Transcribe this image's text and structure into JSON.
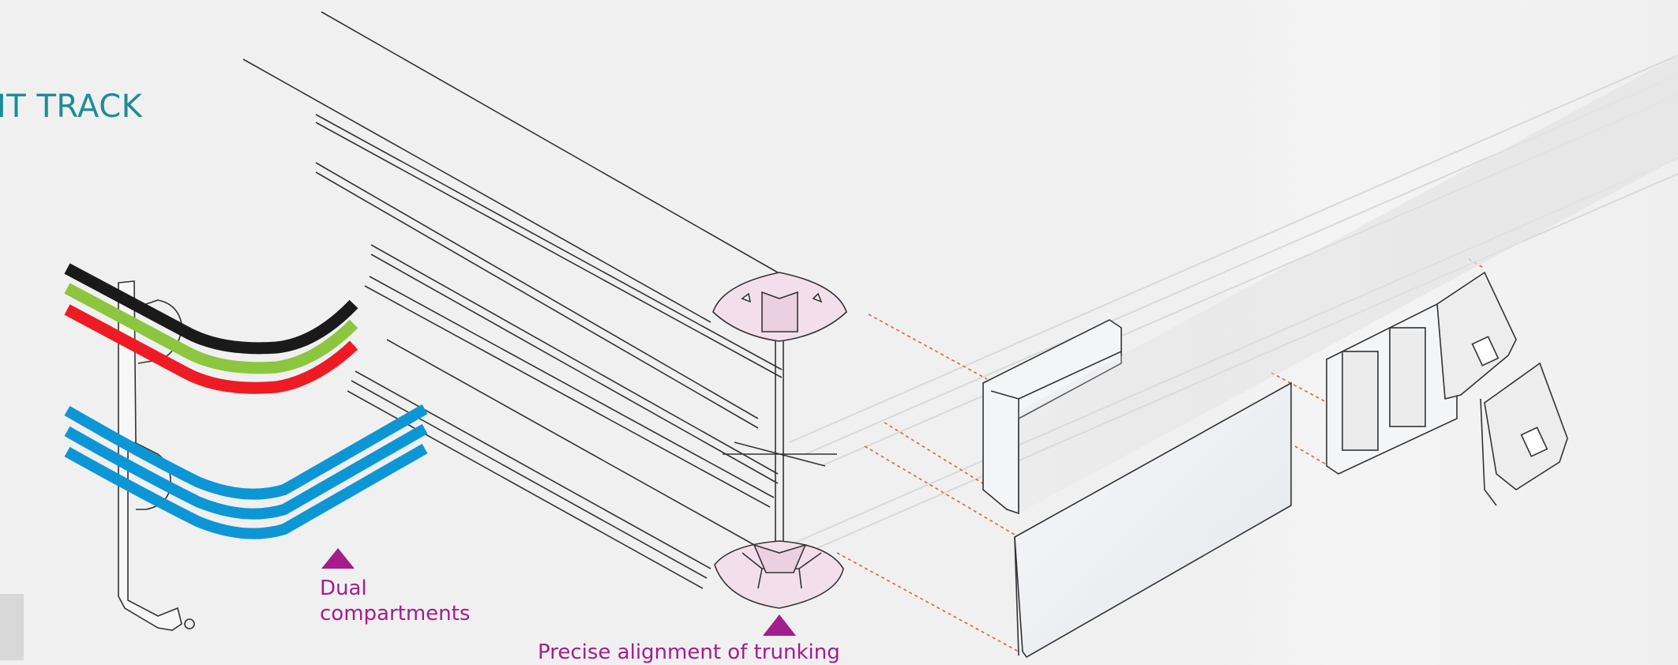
{
  "title": "IT TRACK",
  "callouts": {
    "dual_line1": "Dual",
    "dual_line2": "compartments",
    "alignment": "Precise alignment of trunking"
  },
  "colors": {
    "title": "#1e8c96",
    "callout": "#a31d8d",
    "cable_black": "#1a1a1a",
    "cable_green": "#8cc63f",
    "cable_red": "#ed1c24",
    "cable_blue": "#0d96d6",
    "connector_fill": "#f3dfec",
    "dashed_guide": "#e0603a"
  },
  "icons": [
    "triangle-up-icon",
    "triangle-up-icon"
  ]
}
